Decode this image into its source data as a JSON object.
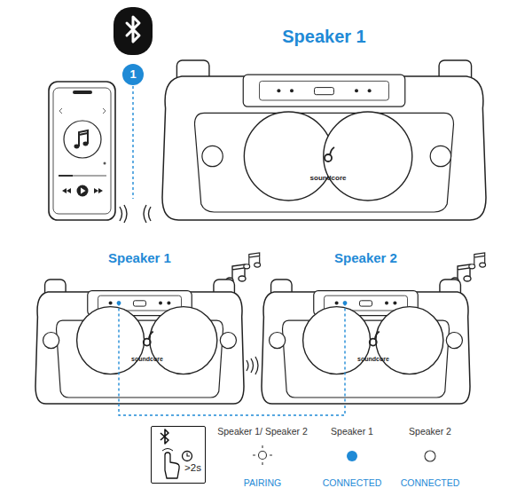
{
  "diagram": {
    "nodes": [
      {
        "text": [
          "1"
        ]
      },
      {
        "text": [
          "Speaker 1",
          "soundcore"
        ]
      },
      {
        "text": [
          "Speaker 1",
          "soundcore"
        ]
      },
      {
        "text": [
          "Speaker 2",
          "soundcore"
        ]
      },
      {
        "text": [
          ">2s"
        ]
      }
    ],
    "edges": [
      {
        "from": 2,
        "to": 3,
        "arrow": "none"
      }
    ],
    "labels": [
      "Speaker 1/ Speaker 2",
      "PAIRING",
      "Speaker 1",
      "CONNECTED",
      "Speaker 2",
      "CONNECTED"
    ]
  }
}
